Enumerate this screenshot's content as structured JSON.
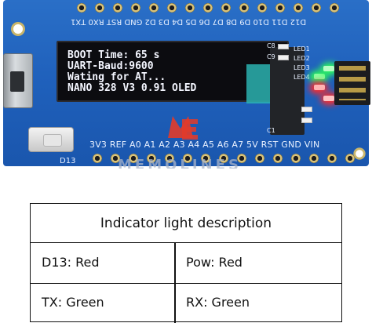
{
  "board": {
    "top_pins": [
      "TX",
      "RX",
      "RST",
      "GND",
      "D2",
      "D3",
      "D4",
      "D5",
      "D6",
      "D7",
      "D8",
      "D9",
      "D10",
      "D11",
      "D12"
    ],
    "top_silk": "D12 D11 D10 D9 D8 D7 D6 D5 D4 D3 D2 GND RST RX0 TX1",
    "bottom_silk": "3V3 REF A0  A1  A2  A3  A4  A5  A6  A7  5V RST GND VIN",
    "d13_label": "D13",
    "led_labels": [
      "C8",
      "C9",
      "LED1",
      "LED2",
      "LED3",
      "LED4"
    ],
    "c1_label": "C1",
    "led_colors": {
      "red": "#ff2a2a",
      "green": "#2cff5a"
    }
  },
  "oled": {
    "lines": [
      "BOOT Time: 65 s",
      "UART-Baud:9600",
      "Wating for AT...",
      "NANO 328 V3 0.91 OLED"
    ]
  },
  "watermark": "MEMOLINES",
  "table": {
    "title": "Indicator light description",
    "rows": [
      [
        "D13: Red",
        "Pow: Red"
      ],
      [
        "TX: Green",
        "RX: Green"
      ]
    ]
  }
}
